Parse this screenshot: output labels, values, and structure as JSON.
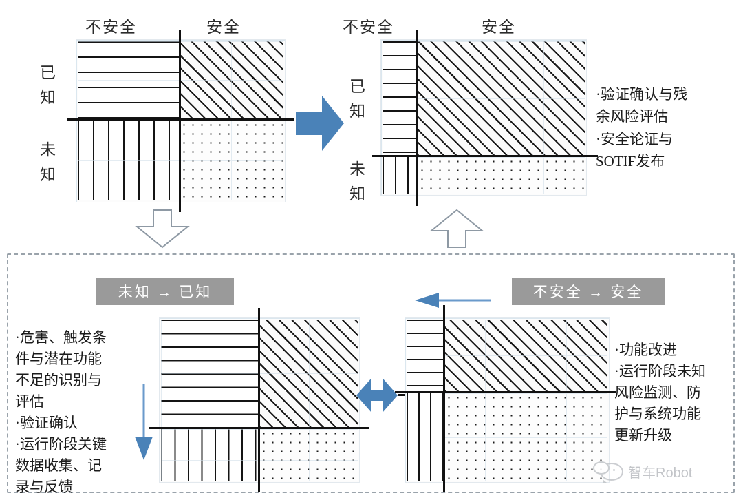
{
  "diagram": {
    "title_note": "SOTIF known/unknown - safe/unsafe quadrant evolution diagram",
    "axis_labels": {
      "unsafe": "不安全",
      "safe": "安全",
      "known": "已知",
      "unknown": "未知"
    }
  },
  "top_left_plot": {
    "col_unsafe": "不安全",
    "col_safe": "安全",
    "row_known": "已知",
    "row_unknown": "未知"
  },
  "top_right_plot": {
    "col_unsafe": "不安全",
    "col_safe": "安全",
    "row_known": "已知",
    "row_unknown": "未知"
  },
  "top_right_notes": {
    "items": [
      "·验证确认与残",
      "  余风险评估",
      "·安全论证与",
      "  SOTIF发布"
    ],
    "lines": [
      "·验证确认与残余风险评估",
      "·安全论证与SOTIF发布"
    ]
  },
  "bottom_panel": {
    "banner_left": "未知  →  已知",
    "banner_right": "不安全  →  安全",
    "left_notes": {
      "lines": [
        "·危害、触发条",
        "  件与潜在功能",
        "  不足的识别与",
        "  评估",
        "·验证确认",
        "·运行阶段关键",
        "  数据收集、记",
        "  录与反馈"
      ],
      "bullets": [
        "危害、触发条件与潜在功能不足的识别与评估",
        "验证确认",
        "运行阶段关键数据收集、记录与反馈"
      ]
    },
    "right_notes": {
      "lines": [
        "·功能改进",
        "·运行阶段未知",
        "  风险监测、防",
        "  护与系统功能",
        "  更新升级"
      ],
      "bullets": [
        "功能改进",
        "运行阶段未知风险监测、防护与系统功能更新升级"
      ]
    }
  },
  "watermark": {
    "label": "智车Robot"
  },
  "colors": {
    "arrow_blue": "#4A82B8",
    "arrow_blue_light": "#5B90C4",
    "hollow_arrow_stroke": "#8e99a4",
    "banner_gray": "#9a9a9a",
    "dashed_border": "#9aa3ab",
    "grid_blue": "#cfdde8",
    "ink": "#141414"
  }
}
